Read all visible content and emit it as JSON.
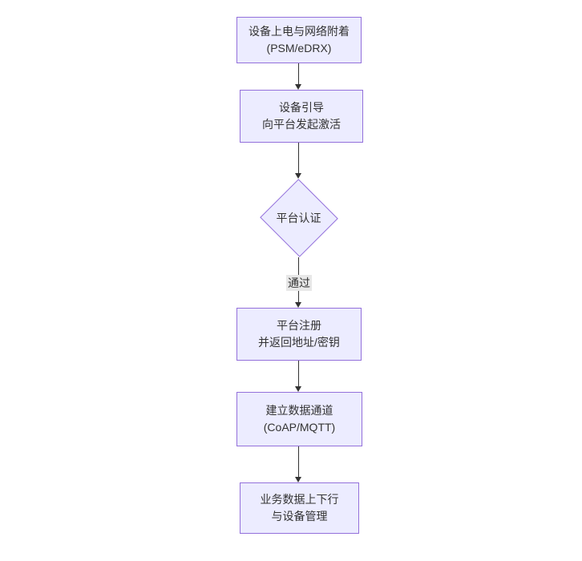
{
  "colors": {
    "background": "#ffffff",
    "node_fill": "#ECECFF",
    "node_border": "#9370DB",
    "text": "#333333",
    "edge_line": "#333333",
    "edge_label_bg": "#e8e8e8"
  },
  "flowchart": {
    "nodes": [
      {
        "id": "power-attach",
        "shape": "rect",
        "lines": [
          "设备上电与网络附着",
          "(PSM/eDRX)"
        ]
      },
      {
        "id": "bootstrap",
        "shape": "rect",
        "lines": [
          "设备引导",
          "向平台发起激活"
        ]
      },
      {
        "id": "platform-auth",
        "shape": "diamond",
        "lines": [
          "平台认证"
        ]
      },
      {
        "id": "register",
        "shape": "rect",
        "lines": [
          "平台注册",
          "并返回地址/密钥"
        ]
      },
      {
        "id": "data-channel",
        "shape": "rect",
        "lines": [
          "建立数据通道",
          "(CoAP/MQTT)"
        ]
      },
      {
        "id": "business",
        "shape": "rect",
        "lines": [
          "业务数据上下行",
          "与设备管理"
        ]
      }
    ],
    "edges": [
      {
        "from": "power-attach",
        "to": "bootstrap",
        "label": ""
      },
      {
        "from": "bootstrap",
        "to": "platform-auth",
        "label": ""
      },
      {
        "from": "platform-auth",
        "to": "register",
        "label": "通过"
      },
      {
        "from": "register",
        "to": "data-channel",
        "label": ""
      },
      {
        "from": "data-channel",
        "to": "business",
        "label": ""
      }
    ]
  }
}
